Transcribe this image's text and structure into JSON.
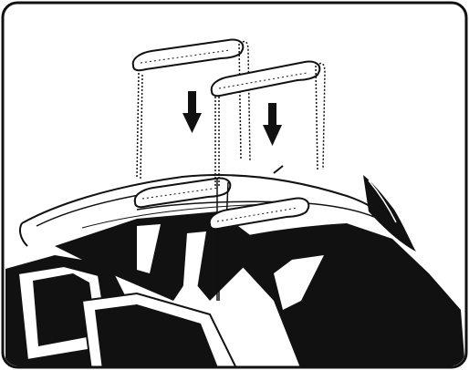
{
  "figure": {
    "type": "installation-illustration",
    "subject": "roof-rack-crossbars",
    "parts": [
      {
        "name": "crossbar-rear",
        "state": "lifted"
      },
      {
        "name": "crossbar-front",
        "state": "lifted"
      },
      {
        "name": "crossbar-rear",
        "state": "mounted"
      },
      {
        "name": "crossbar-front",
        "state": "mounted"
      }
    ],
    "arrows": [
      {
        "name": "down-arrow-left",
        "direction": "down"
      },
      {
        "name": "down-arrow-right",
        "direction": "down"
      }
    ],
    "colors": {
      "line": "#111111",
      "fill": "#111111",
      "paper": "#ffffff"
    }
  }
}
